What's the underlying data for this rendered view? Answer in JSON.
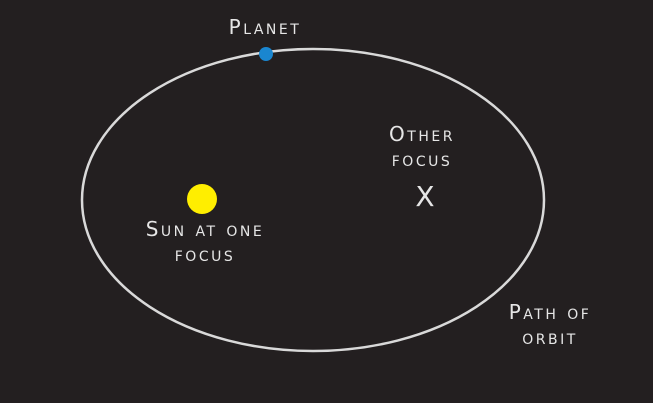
{
  "colors": {
    "background": "#231f20",
    "orbit": "#d9d9d9",
    "sun": "#ffee00",
    "planet": "#1a86d0",
    "text": "#e6e6e6"
  },
  "labels": {
    "planet": "Planet",
    "sun_line1": "Sun at one",
    "sun_line2": "focus",
    "other_line1": "Other",
    "other_line2": "focus",
    "focus_mark": "X",
    "path_line1": "Path of",
    "path_line2": "orbit"
  }
}
